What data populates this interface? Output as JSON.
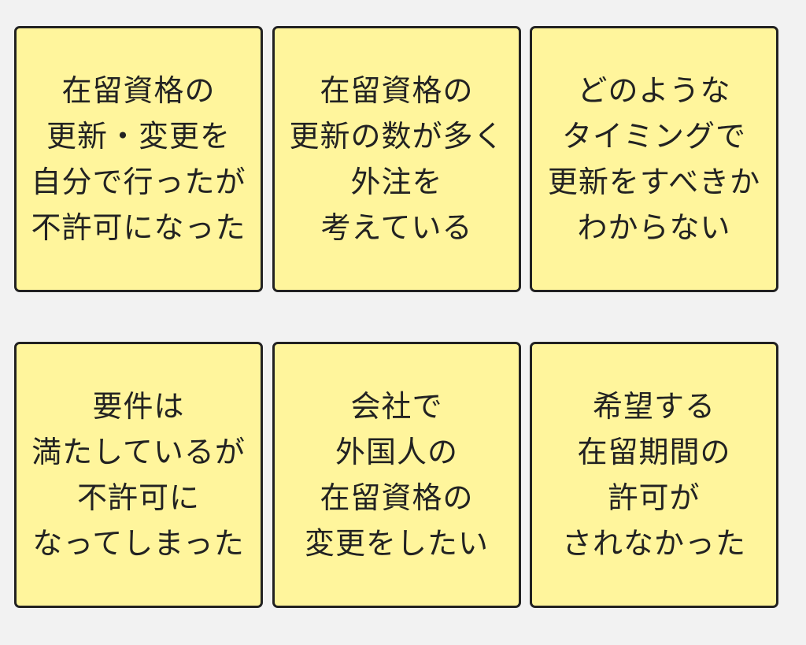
{
  "cards": [
    {
      "lines": [
        "在留資格の",
        "更新・変更を",
        "自分で行ったが",
        "不許可になった"
      ]
    },
    {
      "lines": [
        "在留資格の",
        "更新の数が多く",
        "外注を",
        "考えている"
      ]
    },
    {
      "lines": [
        "どのような",
        "タイミングで",
        "更新をすべきか",
        "わからない"
      ]
    },
    {
      "lines": [
        "要件は",
        "満たしているが",
        "不許可に",
        "なってしまった"
      ]
    },
    {
      "lines": [
        "会社で",
        "外国人の",
        "在留資格の",
        "変更をしたい"
      ]
    },
    {
      "lines": [
        "希望する",
        "在留期間の",
        "許可が",
        "されなかった"
      ]
    }
  ]
}
